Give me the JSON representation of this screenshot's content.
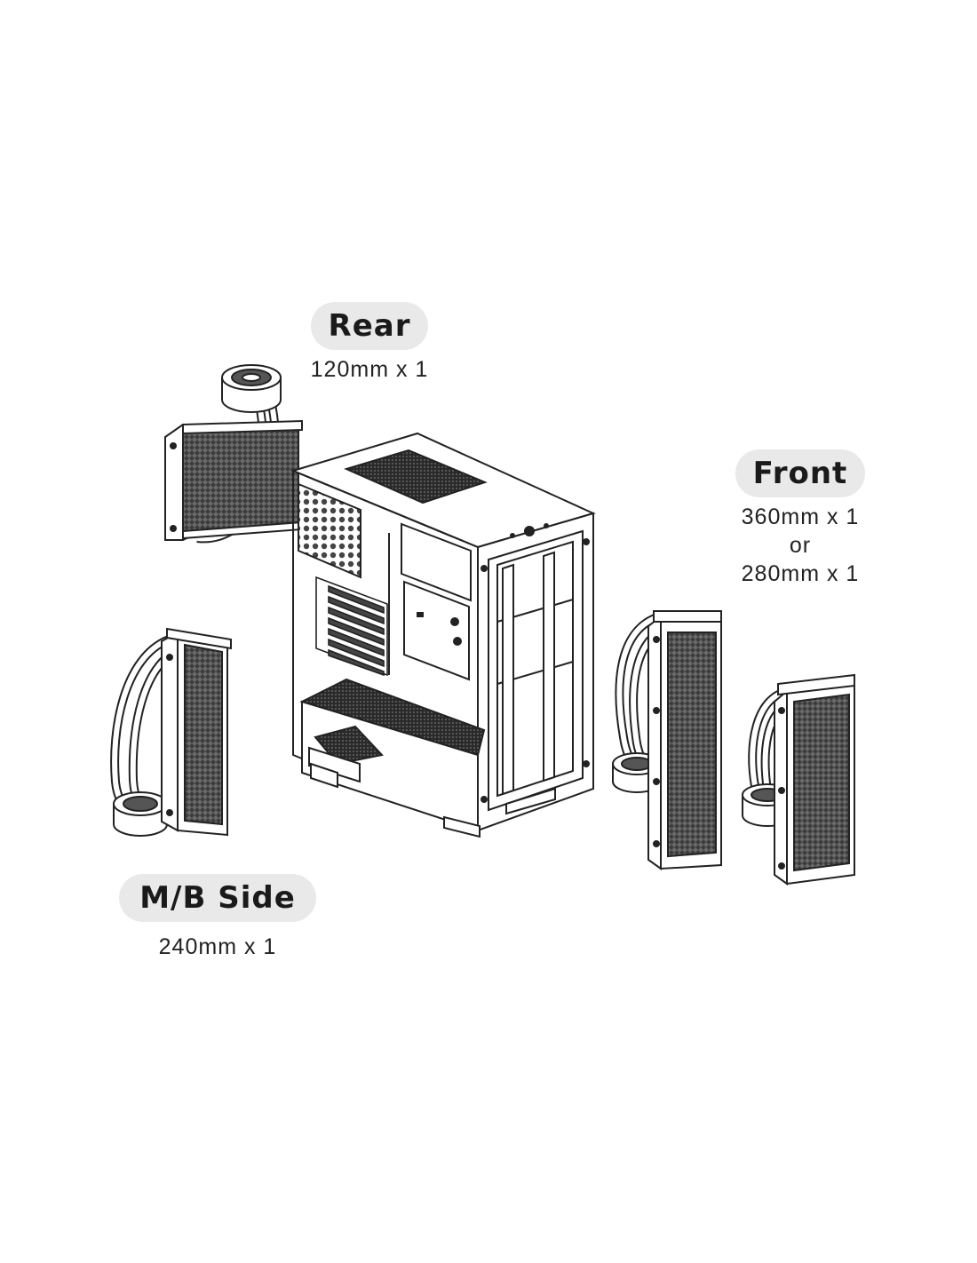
{
  "rear": {
    "title": "Rear",
    "spec": "120mm x 1"
  },
  "front": {
    "title": "Front",
    "spec_1": "360mm x 1",
    "spec_or": "or",
    "spec_2": "280mm x 1"
  },
  "mb_side": {
    "title": "M/B Side",
    "spec": "240mm x 1"
  }
}
